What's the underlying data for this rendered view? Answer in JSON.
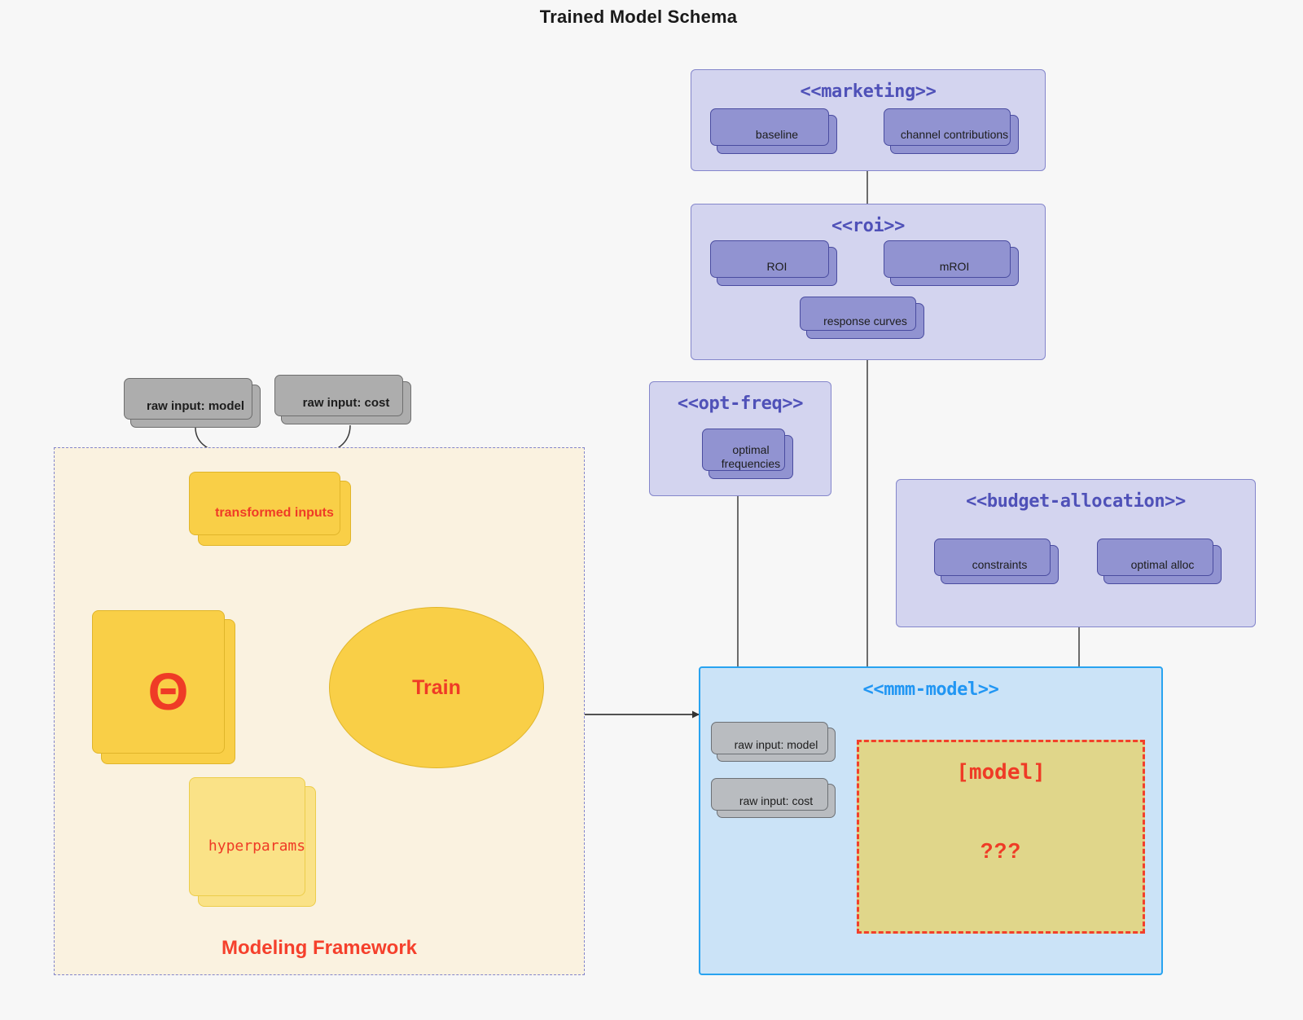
{
  "title": "Trained Model Schema",
  "colors": {
    "background": "#f7f7f7",
    "package_fill": "#d3d4ef",
    "package_border": "#8486cb",
    "package_title": "#4f51b8",
    "artifact_fill": "#9193d1",
    "artifact_border": "#4a4ca0",
    "gray_fill": "#adadad",
    "gray_border": "#6e6e6e",
    "framework_fill": "#faf2e0",
    "framework_border": "#8486cb",
    "amber_fill": "#f9cf47",
    "amber_border": "#e0b52a",
    "light_yellow_fill": "#fae287",
    "accent_red": "#ef3b26",
    "mmm_fill": "#cbe3f7",
    "mmm_border": "#28a3f0",
    "model_region_fill": "#e0d68a",
    "model_region_border": "#f2402b"
  },
  "packages": {
    "marketing": {
      "title": "<<marketing>>",
      "artifacts": [
        {
          "label": "baseline"
        },
        {
          "label": "channel contributions"
        }
      ],
      "link": "bidirectional"
    },
    "roi": {
      "title": "<<roi>>",
      "artifacts": [
        {
          "label": "ROI"
        },
        {
          "label": "mROI"
        },
        {
          "label": "response curves"
        }
      ],
      "link": "bidirectional"
    },
    "opt_freq": {
      "title": "<<opt-freq>>",
      "artifacts": [
        {
          "label_line1": "optimal",
          "label_line2": "frequencies"
        }
      ]
    },
    "budget_allocation": {
      "title": "<<budget-allocation>>",
      "artifacts": [
        {
          "label": "constraints"
        },
        {
          "label": "optimal alloc"
        }
      ],
      "link": "bidirectional"
    },
    "mmm_model": {
      "title": "<<mmm-model>>",
      "inputs": [
        {
          "label": "raw input: model"
        },
        {
          "label": "raw input: cost"
        }
      ],
      "model_region": {
        "title": "[model]",
        "subtitle": "???"
      }
    }
  },
  "framework": {
    "label": "Modeling Framework",
    "raw_inputs": [
      {
        "label": "raw input: model"
      },
      {
        "label": "raw input: cost"
      }
    ],
    "transformed_inputs": {
      "label": "transformed inputs"
    },
    "theta": {
      "label": "Θ"
    },
    "hyperparams": {
      "label": "hyperparams"
    },
    "train": {
      "label": "Train"
    }
  }
}
